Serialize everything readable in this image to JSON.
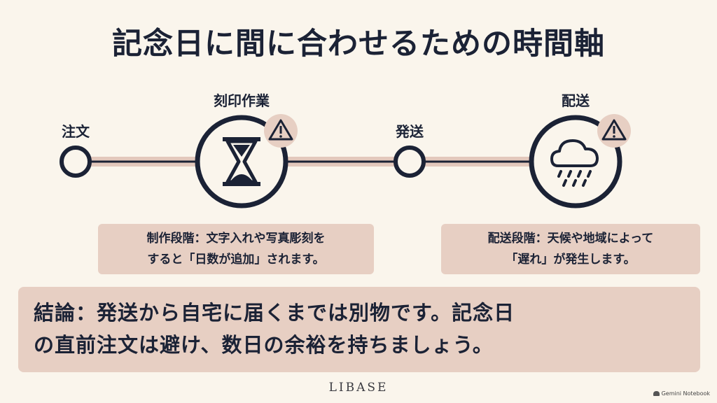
{
  "title": "記念日に間に合わせるための時間軸",
  "stages": [
    {
      "label": "注文"
    },
    {
      "label": "刻印作業",
      "icon": "hourglass-icon",
      "warning": true
    },
    {
      "label": "発送"
    },
    {
      "label": "配送",
      "icon": "rain-cloud-icon",
      "warning": true
    }
  ],
  "notes": {
    "engraving": {
      "line1": "制作段階：文字入れや写真彫刻を",
      "line2": "すると「日数が追加」されます。"
    },
    "delivery": {
      "line1": "配送段階：天候や地域によって",
      "line2": "「遅れ」が発生します。"
    }
  },
  "conclusion": {
    "line1": "結論：発送から自宅に届くまでは別物です。記念日",
    "line2": "の直前注文は避け、数日の余裕を持ちましょう。"
  },
  "brand": "LIBASE",
  "badge": "Gemini Notebook",
  "colors": {
    "background": "#faf5ec",
    "navy": "#1b2235",
    "highlight": "#e7cfc3",
    "line": "#e3c8bc"
  }
}
